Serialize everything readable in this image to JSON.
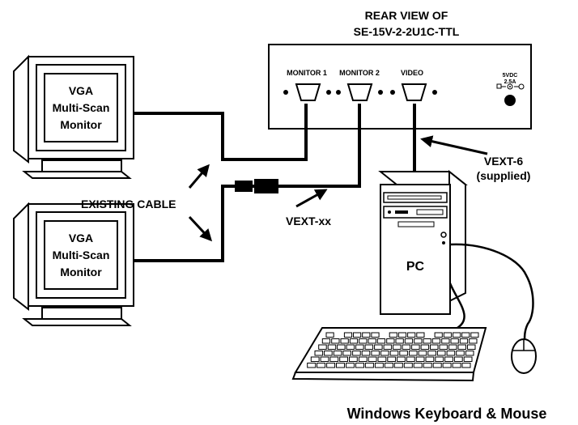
{
  "header": {
    "line1": "REAR VIEW OF",
    "line2": "SE-15V-2-2U1C-TTL"
  },
  "rear_panel": {
    "port1_label": "MONITOR 1",
    "port2_label": "MONITOR 2",
    "port3_label": "VIDEO",
    "power_line1": "5VDC",
    "power_line2": "2.5A"
  },
  "monitors": [
    {
      "line1": "VGA",
      "line2": "Multi-Scan",
      "line3": "Monitor"
    },
    {
      "line1": "VGA",
      "line2": "Multi-Scan",
      "line3": "Monitor"
    }
  ],
  "labels": {
    "existing_cable": "EXISTING CABLE",
    "vext_xx": "VEXT-xx",
    "vext6_line1": "VEXT-6",
    "vext6_line2": "(supplied)",
    "pc": "PC",
    "footer": "Windows Keyboard & Mouse"
  },
  "colors": {
    "ink": "#000000",
    "paper": "#ffffff"
  }
}
